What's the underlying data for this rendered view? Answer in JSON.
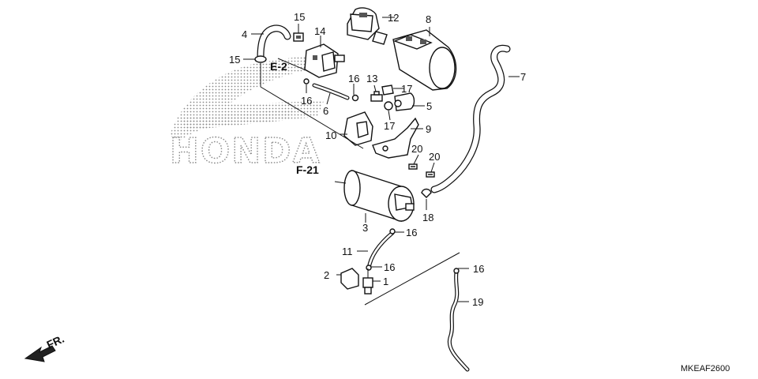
{
  "watermark": {
    "brand": "HONDA"
  },
  "callouts": {
    "c1": "1",
    "c2": "2",
    "c3": "3",
    "c4": "4",
    "c5": "5",
    "c6": "6",
    "c7": "7",
    "c8": "8",
    "c9": "9",
    "c10": "10",
    "c11": "11",
    "c12": "12",
    "c13": "13",
    "c14": "14",
    "c15a": "15",
    "c15b": "15",
    "c16a": "16",
    "c16b": "16",
    "c16c": "16",
    "c16d": "16",
    "c16e": "16",
    "c17a": "17",
    "c17b": "17",
    "c18": "18",
    "c19": "19",
    "c20a": "20",
    "c20b": "20"
  },
  "references": {
    "e2": "E-2",
    "f21": "F-21"
  },
  "front_marker": "FR.",
  "diagram_code": "MKEAF2600"
}
